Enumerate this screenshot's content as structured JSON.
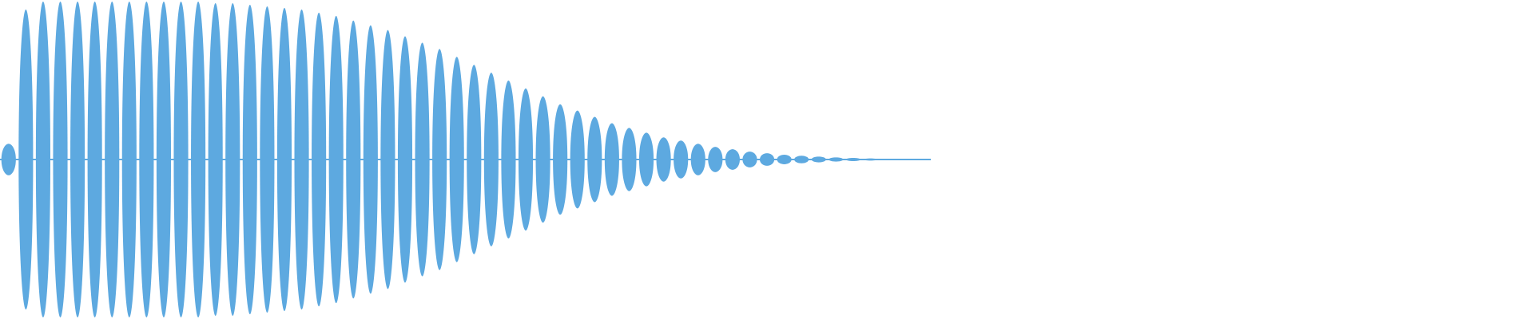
{
  "waveform": {
    "type": "audio-waveform",
    "channels": 1,
    "color": "#5DA9E0",
    "background": "#ffffff",
    "description_note": "",
    "lobe_count": 54,
    "peak_amplitudes": [
      0.1,
      0.95,
      1.0,
      1.0,
      1.0,
      1.0,
      1.0,
      1.0,
      1.0,
      1.0,
      1.0,
      1.0,
      0.99,
      0.99,
      0.98,
      0.97,
      0.96,
      0.95,
      0.93,
      0.91,
      0.88,
      0.85,
      0.82,
      0.78,
      0.74,
      0.7,
      0.65,
      0.6,
      0.55,
      0.5,
      0.45,
      0.4,
      0.35,
      0.31,
      0.27,
      0.23,
      0.2,
      0.17,
      0.14,
      0.12,
      0.1,
      0.08,
      0.065,
      0.05,
      0.04,
      0.03,
      0.024,
      0.018,
      0.013,
      0.01,
      0.007,
      0.005,
      0.003,
      0.002
    ]
  }
}
